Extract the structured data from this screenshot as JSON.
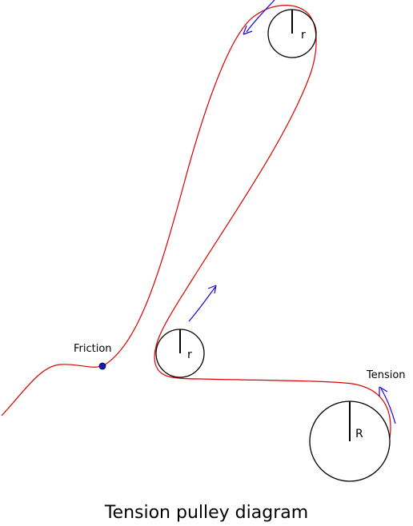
{
  "diagram": {
    "caption": "Tension pulley diagram",
    "labels": {
      "friction": "Friction",
      "tension": "Tension",
      "top_pulley": "r",
      "middle_pulley": "r",
      "big_pulley": "R"
    },
    "colors": {
      "belt": "#e00000",
      "arrow": "#1a00e0",
      "outline": "#000000",
      "friction_dot": "#1a14cc"
    }
  }
}
